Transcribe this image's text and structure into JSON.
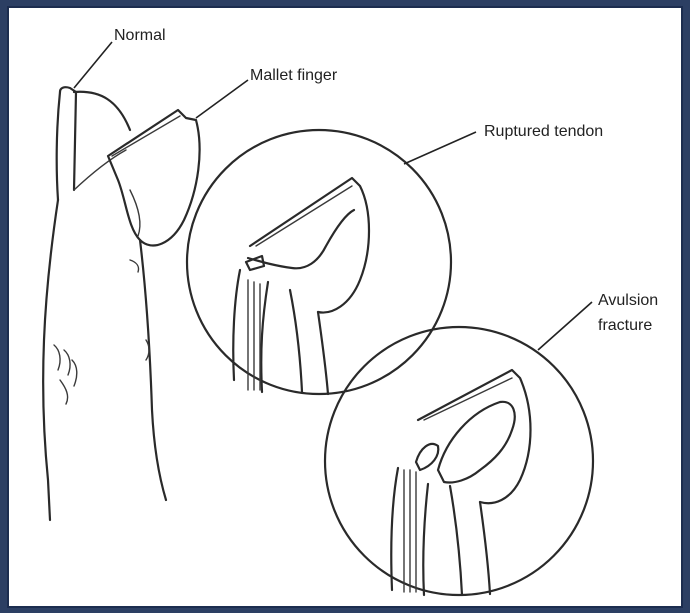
{
  "labels": {
    "normal": "Normal",
    "mallet_finger": "Mallet finger",
    "ruptured_tendon": "Ruptured tendon",
    "avulsion_line1": "Avulsion",
    "avulsion_line2": "fracture"
  },
  "colors": {
    "frame_border": "#2c3f63",
    "background": "#ffffff",
    "ink": "#2a2a2a"
  }
}
